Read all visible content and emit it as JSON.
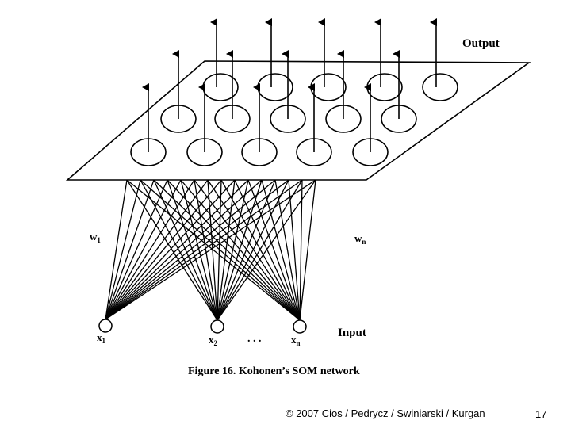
{
  "figure": {
    "caption": "Figure 16.  Kohonen’s SOM network",
    "output_label": "Output",
    "input_label": "Input",
    "weight_left_label": "w",
    "weight_left_sub": "1",
    "weight_right_label": "w",
    "weight_right_sub": "n",
    "inputs": [
      {
        "name": "x",
        "sub": "1"
      },
      {
        "name": "x",
        "sub": "2"
      },
      {
        "name": "x",
        "sub": "n"
      }
    ],
    "ellipsis": ". . ."
  },
  "footer": {
    "credit": "© 2007 Cios / Pedrycz / Swiniarski / Kurgan",
    "page_number": "17"
  }
}
